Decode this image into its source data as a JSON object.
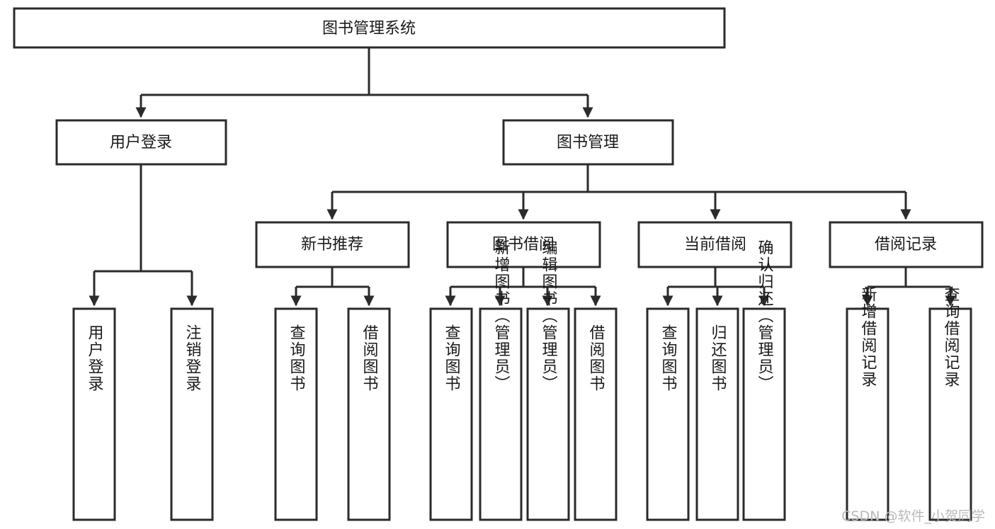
{
  "diagram": {
    "type": "tree",
    "title": "图书管理系统",
    "orientation": "top-down",
    "watermark": "CSDN @软件_小贺同学",
    "colors": {
      "box_stroke": "#2b2b2b",
      "box_fill": "#ffffff",
      "text": "#1a1a1a",
      "connector": "#2b2b2b",
      "watermark": "#b9b9b9",
      "background": "#ffffff"
    },
    "nodes": {
      "root": {
        "label": "图书管理系统"
      },
      "level2": [
        {
          "label": "用户登录"
        },
        {
          "label": "图书管理"
        }
      ],
      "level3": [
        {
          "label": "新书推荐"
        },
        {
          "label": "图书借阅"
        },
        {
          "label": "当前借阅"
        },
        {
          "label": "借阅记录"
        }
      ],
      "leaves_user_login": [
        {
          "label": "用户登录"
        },
        {
          "label": "注销登录"
        }
      ],
      "leaves_new_book": [
        {
          "label": "查询图书"
        },
        {
          "label": "借阅图书"
        }
      ],
      "leaves_borrow": [
        {
          "label": "查询图书"
        },
        {
          "label": "新增图书（管理员）"
        },
        {
          "label": "编辑图书（管理员）"
        },
        {
          "label": "借阅图书"
        }
      ],
      "leaves_current": [
        {
          "label": "查询图书"
        },
        {
          "label": "归还图书"
        },
        {
          "label": "确认归还（管理员）"
        }
      ],
      "leaves_records": [
        {
          "label": "新增借阅记录"
        },
        {
          "label": "查询借阅记录"
        }
      ]
    }
  }
}
